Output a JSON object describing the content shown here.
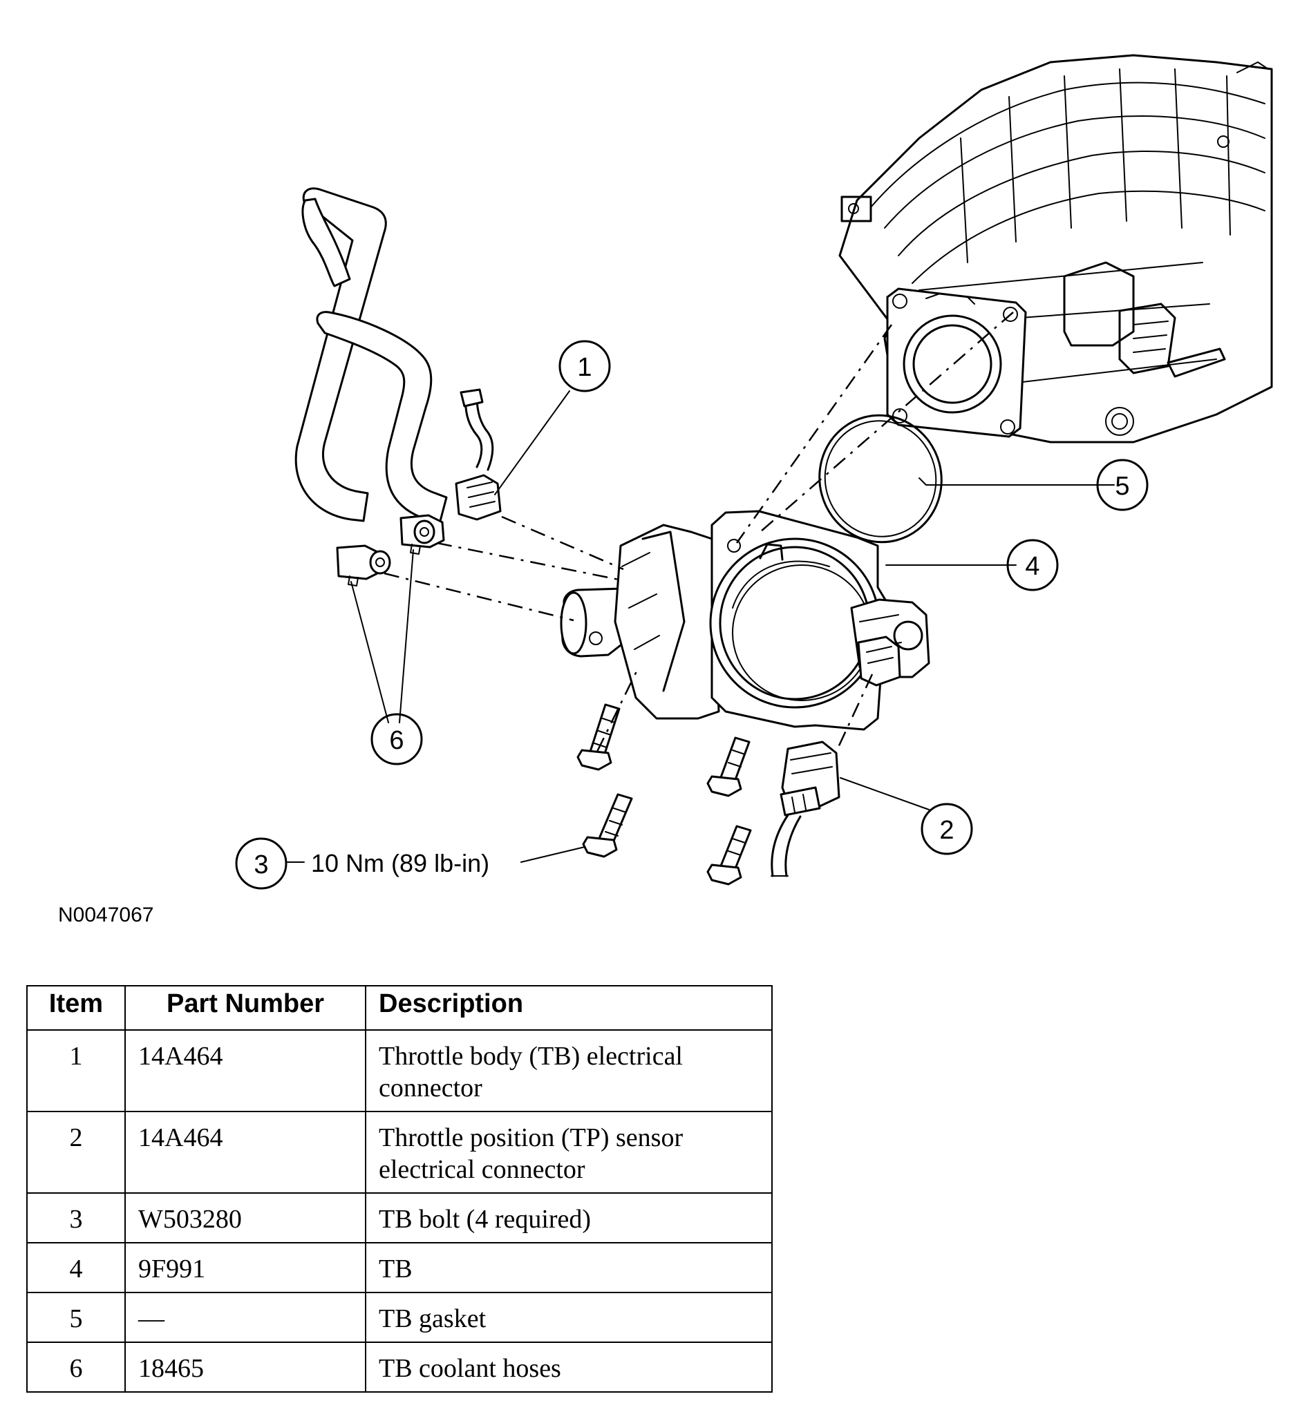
{
  "diagram": {
    "callouts": [
      "1",
      "2",
      "3",
      "4",
      "5",
      "6"
    ],
    "torque_spec": "10 Nm (89 lb-in)",
    "figure_id": "N0047067"
  },
  "table": {
    "headers": [
      "Item",
      "Part Number",
      "Description"
    ],
    "rows": [
      {
        "item": "1",
        "part_number": "14A464",
        "description": "Throttle body (TB) electrical connector"
      },
      {
        "item": "2",
        "part_number": "14A464",
        "description": "Throttle position (TP) sensor electrical connector"
      },
      {
        "item": "3",
        "part_number": "W503280",
        "description": "TB bolt (4 required)"
      },
      {
        "item": "4",
        "part_number": "9F991",
        "description": "TB"
      },
      {
        "item": "5",
        "part_number": "—",
        "description": "TB gasket"
      },
      {
        "item": "6",
        "part_number": "18465",
        "description": "TB coolant hoses"
      }
    ]
  }
}
